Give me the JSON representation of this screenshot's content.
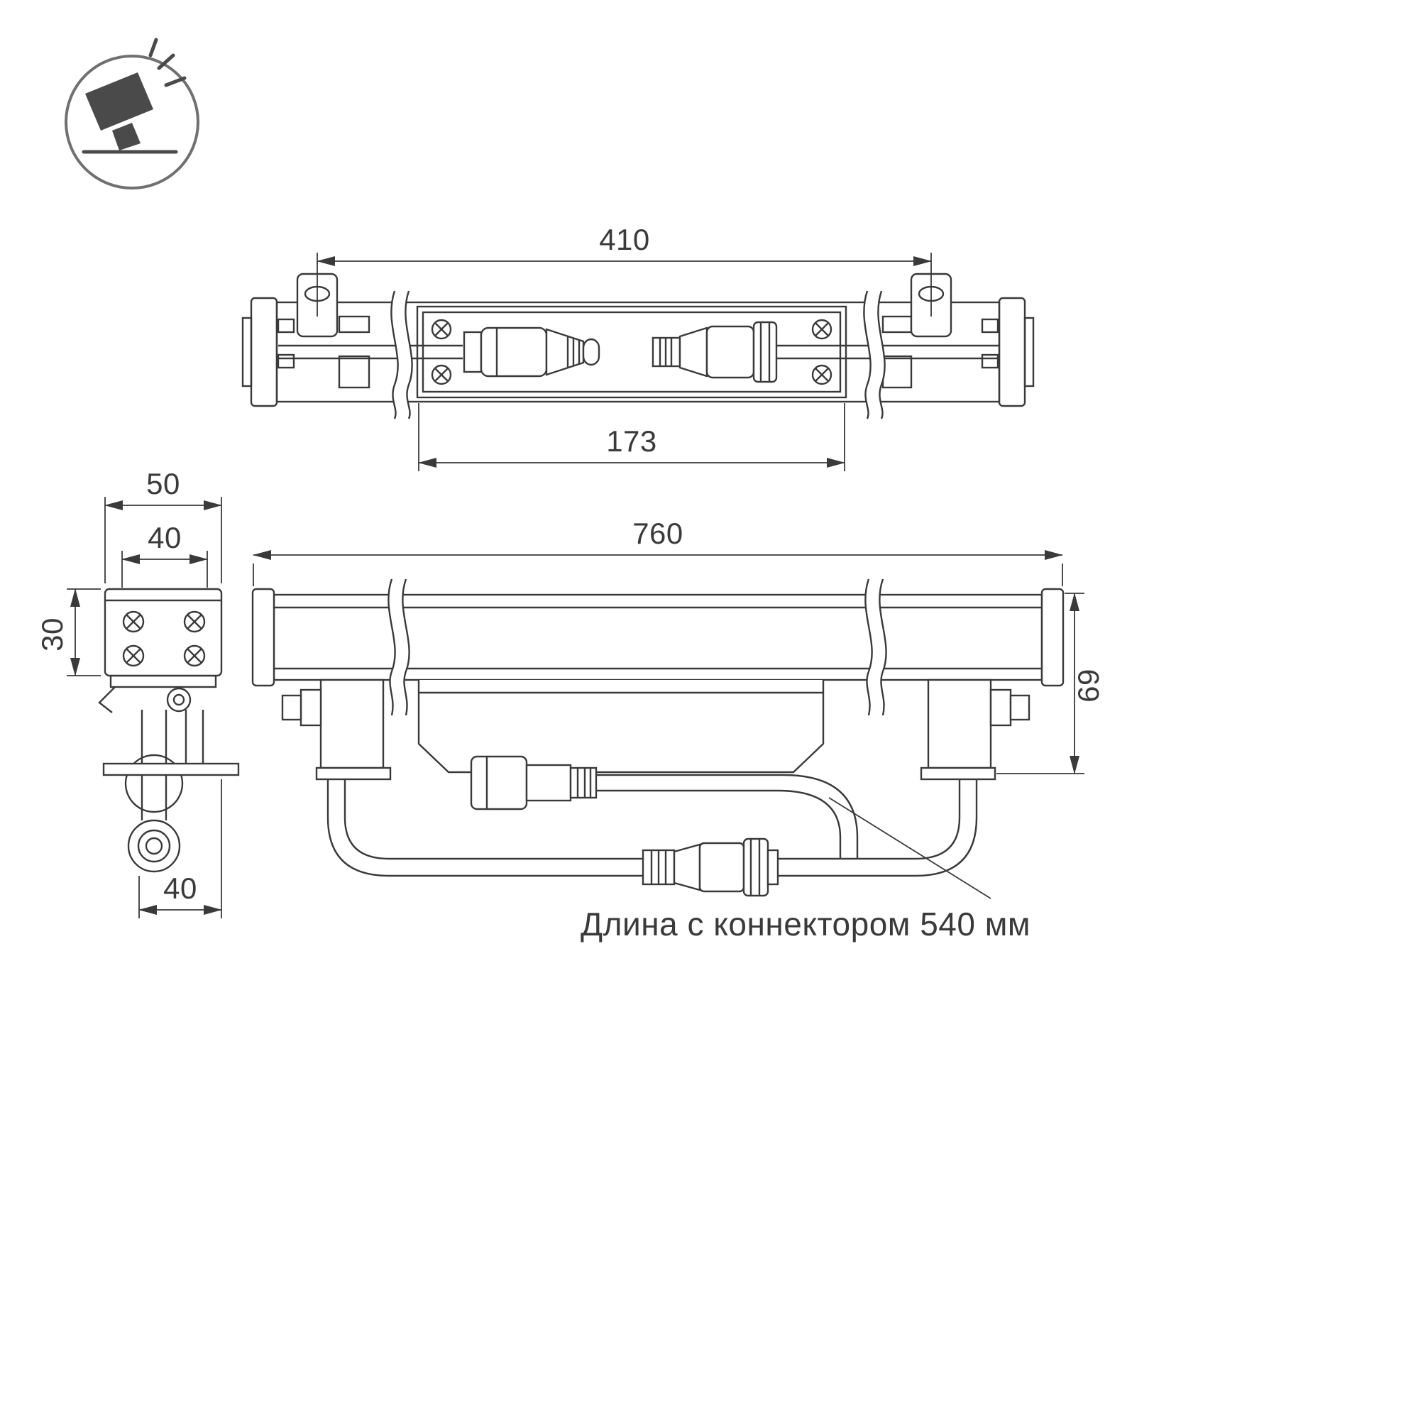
{
  "icon": {
    "name": "floodlight",
    "circle_color": "#707070",
    "glyph_color": "#4a4a4a"
  },
  "colors": {
    "line": "#3a3a3a",
    "background": "#ffffff"
  },
  "views": {
    "top": {
      "label": "top-view",
      "dims": {
        "d410": "410",
        "d173": "173"
      }
    },
    "side": {
      "label": "side-view",
      "dims": {
        "d50": "50",
        "d40_top": "40",
        "d30": "30",
        "d40_bottom": "40"
      }
    },
    "front": {
      "label": "front-view",
      "dims": {
        "d760": "760",
        "d69": "69"
      }
    }
  },
  "annotation": {
    "text": "Длина с коннектором 540 мм"
  }
}
